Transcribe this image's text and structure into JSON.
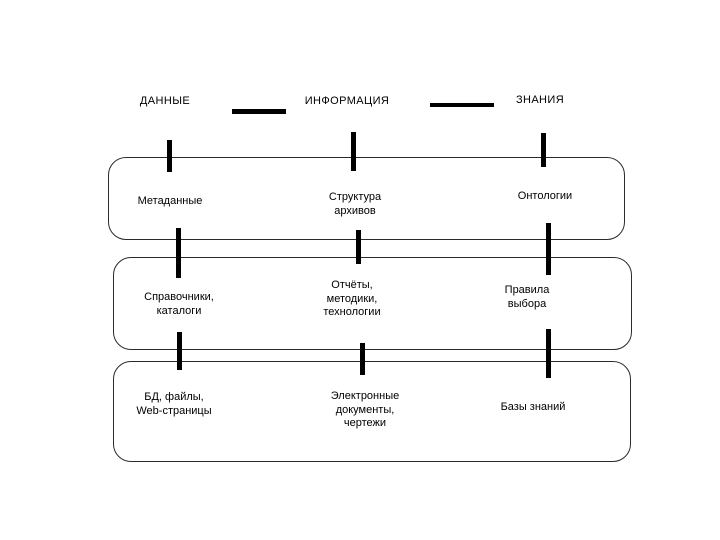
{
  "diagram": {
    "type": "layered-flow",
    "headers": [
      {
        "id": "data",
        "label": "ДАННЫЕ"
      },
      {
        "id": "information",
        "label": "ИНФОРМАЦИЯ"
      },
      {
        "id": "knowledge",
        "label": "ЗНАНИЯ"
      }
    ],
    "layers": [
      {
        "cells": [
          {
            "label": "Метаданные"
          },
          {
            "label": "Структура\nархивов"
          },
          {
            "label": "Онтологии"
          }
        ]
      },
      {
        "cells": [
          {
            "label": "Справочники,\nкаталоги"
          },
          {
            "label": "Отчёты,\nметодики,\nтехнологии"
          },
          {
            "label": "Правила\nвыбора"
          }
        ]
      },
      {
        "cells": [
          {
            "label": "БД, файлы,\nWeb-страницы"
          },
          {
            "label": "Электронные\nдокументы,\nчертежи"
          },
          {
            "label": "Базы знаний"
          }
        ]
      }
    ],
    "colors": {
      "background": "#ffffff",
      "text": "#000000",
      "line": "#000000",
      "box_border": "#2b2b2b"
    }
  }
}
